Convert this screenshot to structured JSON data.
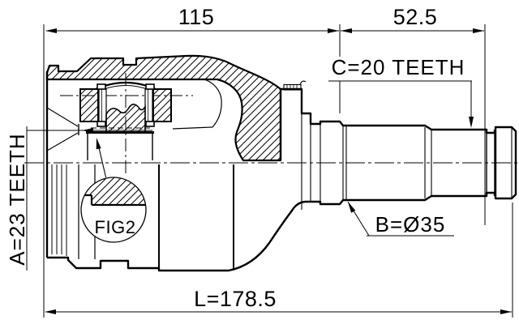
{
  "drawing": {
    "type": "technical-drawing",
    "subject": "cv-joint-inner-with-stub-shaft",
    "dimensions": {
      "housing_length": "115",
      "shaft_length": "52.5",
      "overall_length": "L=178.5"
    },
    "labels": {
      "spline_a": "A=23 TEETH",
      "diameter_b": "B=Ø35",
      "spline_c": "C=20 TEETH",
      "figure_ref": "FIG2"
    },
    "colors": {
      "line": "#000000",
      "background": "#ffffff"
    }
  }
}
